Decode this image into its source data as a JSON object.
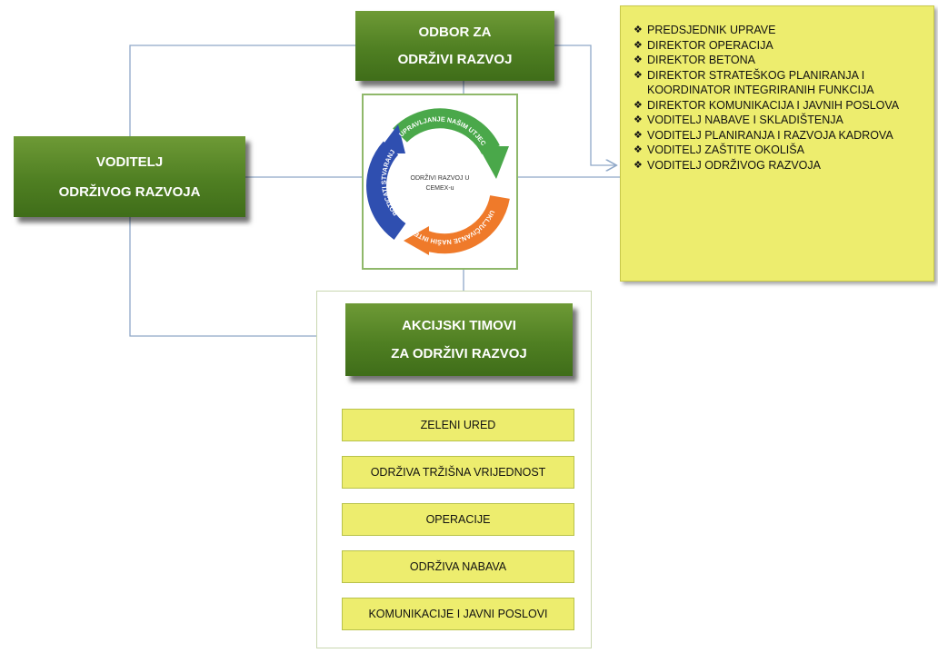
{
  "committee": {
    "line1": "ODBOR ZA",
    "line2": "ODRŽIVI RAZVOJ"
  },
  "manager": {
    "line1": "VODITELJ",
    "line2": "ODRŽIVOG RAZVOJA"
  },
  "action_teams": {
    "line1": "AKCIJSKI TIMOVI",
    "line2": "ZA ODRŽIVI RAZVOJ"
  },
  "members_bullet": "❖",
  "members": [
    "PREDSJEDNIK UPRAVE",
    "DIREKTOR OPERACIJA",
    "DIREKTOR BETONA",
    "DIREKTOR STRATEŠKOG PLANIRANJA I KOORDINATOR INTEGRIRANIH FUNKCIJA",
    "DIREKTOR KOMUNIKACIJA I JAVNIH POSLOVA",
    "VODITELJ NABAVE I SKLADIŠTENJA",
    "VODITELJ PLANIRANJA I RAZVOJA KADROVA",
    "VODITELJ ZAŠTITE OKOLIŠA",
    "VODITELJ ODRŽIVOG RAZVOJA"
  ],
  "cycle": {
    "center_line1": "ODRŽIVI RAZVOJ U",
    "center_line2": "CEMEX-u",
    "arrow_green": "UPRAVLJANJE NAŠIM UTJECAJEM NA OKOLIŠ",
    "arrow_orange": "UKLJUČIVANJE NAŠIH INTERESNIH SKUPINA",
    "arrow_blue": "POTICATI STVARANJE VRIJEDNOSTI",
    "colors": {
      "green": "#4aa84a",
      "orange": "#ef7a2a",
      "blue": "#2f4fb0"
    }
  },
  "teams": [
    "ZELENI URED",
    "ODRŽIVA TRŽIŠNA VRIJEDNOST",
    "OPERACIJE",
    "ODRŽIVA NABAVA",
    "KOMUNIKACIJE I JAVNI POSLOVI"
  ],
  "colors": {
    "box_green": "#4f7f22",
    "highlight_yellow": "#eded6e",
    "connector": "#8fa8c8"
  }
}
